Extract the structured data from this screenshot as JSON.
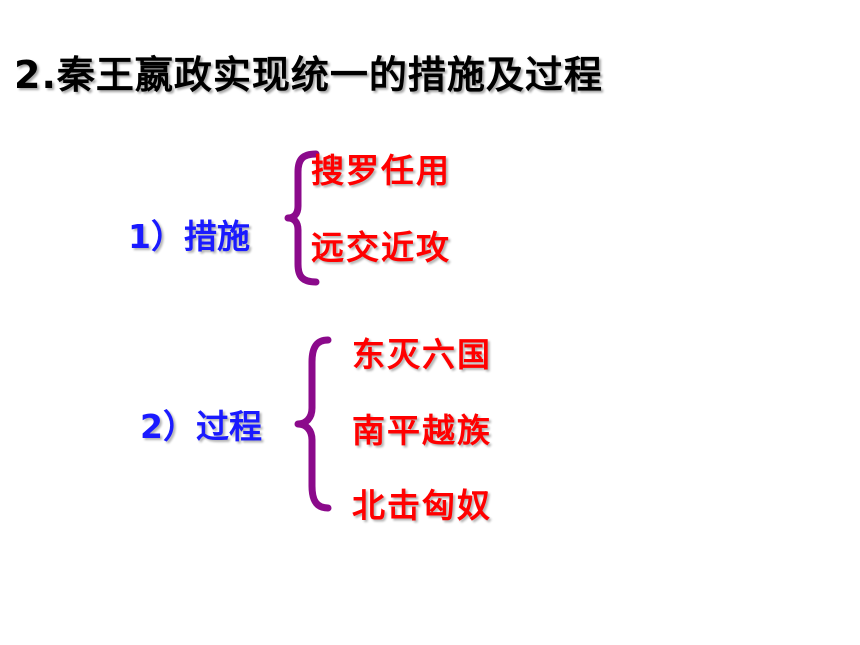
{
  "title": "2.秦王嬴政实现统一的措施及过程",
  "sections": [
    {
      "label": "1）措施",
      "items": [
        "搜罗任用",
        "远交近攻"
      ]
    },
    {
      "label": "2）过程",
      "items": [
        "东灭六国",
        "南平越族",
        "北击匈奴"
      ]
    }
  ],
  "colors": {
    "title": "#000000",
    "label": "#1a1aff",
    "item": "#ff0000",
    "brace": "#8b0a8b"
  }
}
